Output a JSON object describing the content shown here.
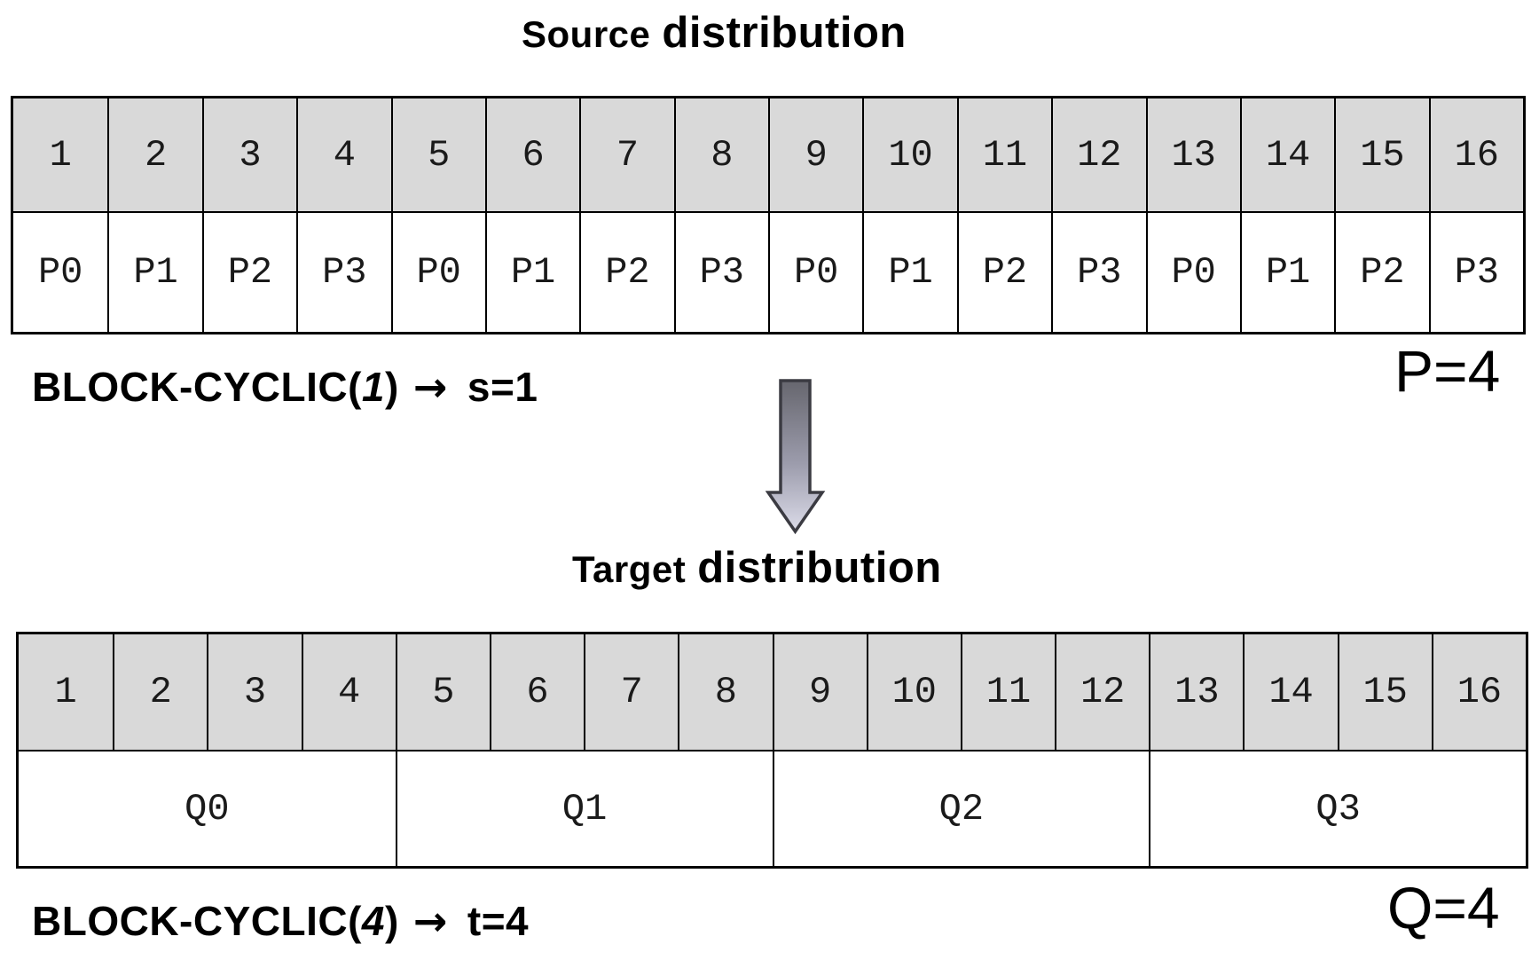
{
  "figure": {
    "source": {
      "title_small": "Source",
      "title_large": "distribution",
      "indices": [
        "1",
        "2",
        "3",
        "4",
        "5",
        "6",
        "7",
        "8",
        "9",
        "10",
        "11",
        "12",
        "13",
        "14",
        "15",
        "16"
      ],
      "owners": [
        "P0",
        "P1",
        "P2",
        "P3",
        "P0",
        "P1",
        "P2",
        "P3",
        "P0",
        "P1",
        "P2",
        "P3",
        "P0",
        "P1",
        "P2",
        "P3"
      ],
      "caption_prefix": "BLOCK-CYCLIC(",
      "caption_param": "1",
      "caption_close": ")",
      "caption_arrow": "→",
      "caption_result": "s=1",
      "count_label": "P=4"
    },
    "target": {
      "title_small": "Target",
      "title_large": "distribution",
      "indices": [
        "1",
        "2",
        "3",
        "4",
        "5",
        "6",
        "7",
        "8",
        "9",
        "10",
        "11",
        "12",
        "13",
        "14",
        "15",
        "16"
      ],
      "owners": [
        "Q0",
        "Q1",
        "Q2",
        "Q3"
      ],
      "caption_prefix": "BLOCK-CYCLIC(",
      "caption_param": "4",
      "caption_close": ")",
      "caption_arrow": "→",
      "caption_result": "t=4",
      "count_label": "Q=4"
    }
  },
  "colors": {
    "header_cell_bg": "#d9d9d9",
    "table_border": "#000000",
    "arrow_gradient_top": "#66666e",
    "arrow_gradient_bottom": "#dcdce9",
    "arrow_outline": "#3b3b42"
  }
}
